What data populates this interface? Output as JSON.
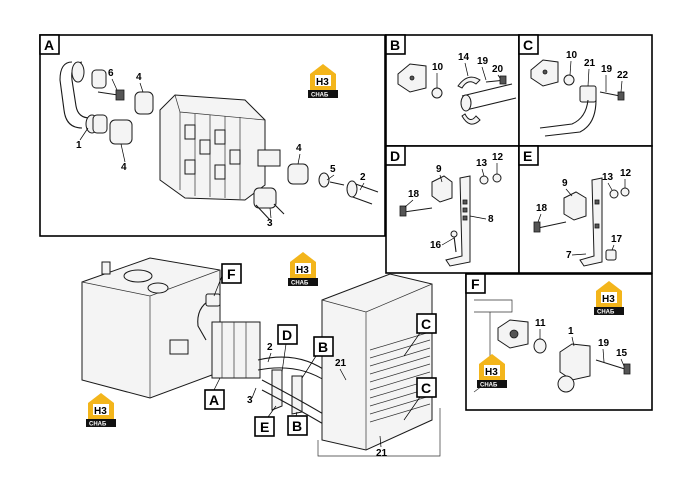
{
  "panels": {
    "A": {
      "letter": "A",
      "labels": [
        "1",
        "6",
        "4",
        "4",
        "4",
        "5",
        "2",
        "3"
      ]
    },
    "B": {
      "letter": "B",
      "labels": [
        "10",
        "14",
        "19",
        "20"
      ]
    },
    "C": {
      "letter": "C",
      "labels": [
        "10",
        "21",
        "19",
        "22"
      ]
    },
    "D": {
      "letter": "D",
      "labels": [
        "9",
        "13",
        "12",
        "18",
        "8",
        "16"
      ]
    },
    "E": {
      "letter": "E",
      "labels": [
        "9",
        "13",
        "12",
        "18",
        "17",
        "7"
      ]
    },
    "F": {
      "letter": "F",
      "labels": [
        "11",
        "1",
        "19",
        "15"
      ]
    }
  },
  "overview": {
    "callouts": [
      "F",
      "D",
      "B",
      "C",
      "C",
      "A",
      "E",
      "B"
    ],
    "labels": [
      "2",
      "3",
      "21",
      "21"
    ]
  },
  "logo": {
    "top_text": "H3",
    "band_text": "СНАБ"
  },
  "colors": {
    "logo_yellow": "#f3b51b",
    "line": "#1a1a1a"
  }
}
